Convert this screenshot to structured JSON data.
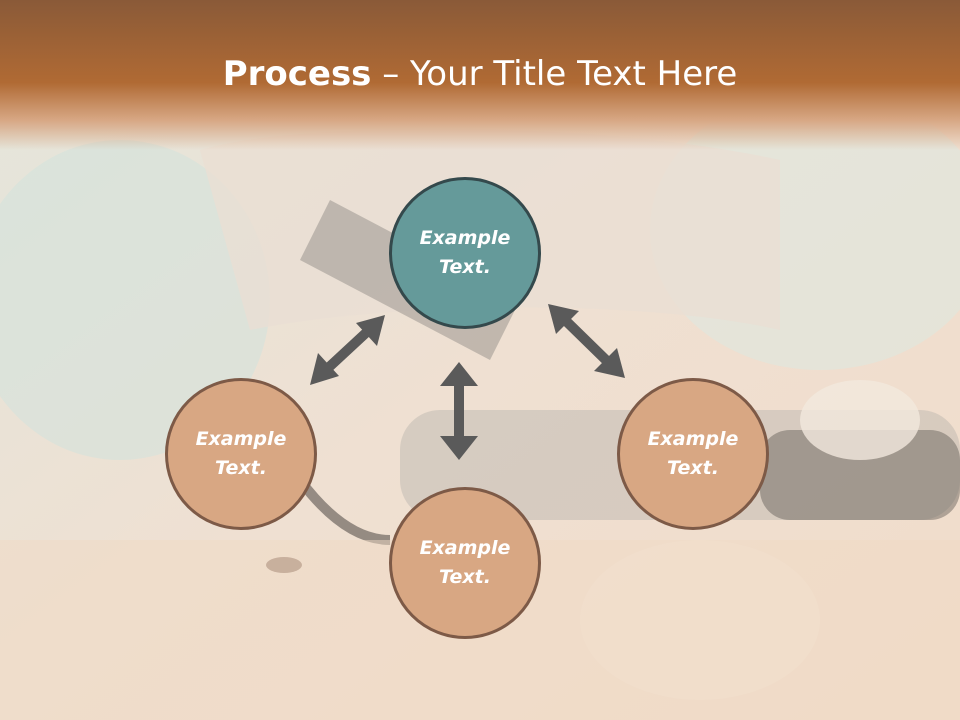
{
  "header": {
    "title_bold": "Process",
    "title_rest": " – Your Title Text Here"
  },
  "nodes": {
    "top": "Example\nText.",
    "left": "Example\nText.",
    "right": "Example\nText.",
    "bottom": "Example\nText."
  },
  "colors": {
    "header": "#b06a34",
    "center_fill": "#659a9a",
    "outer_fill": "#d8a783",
    "arrow": "#5a5a5a"
  }
}
